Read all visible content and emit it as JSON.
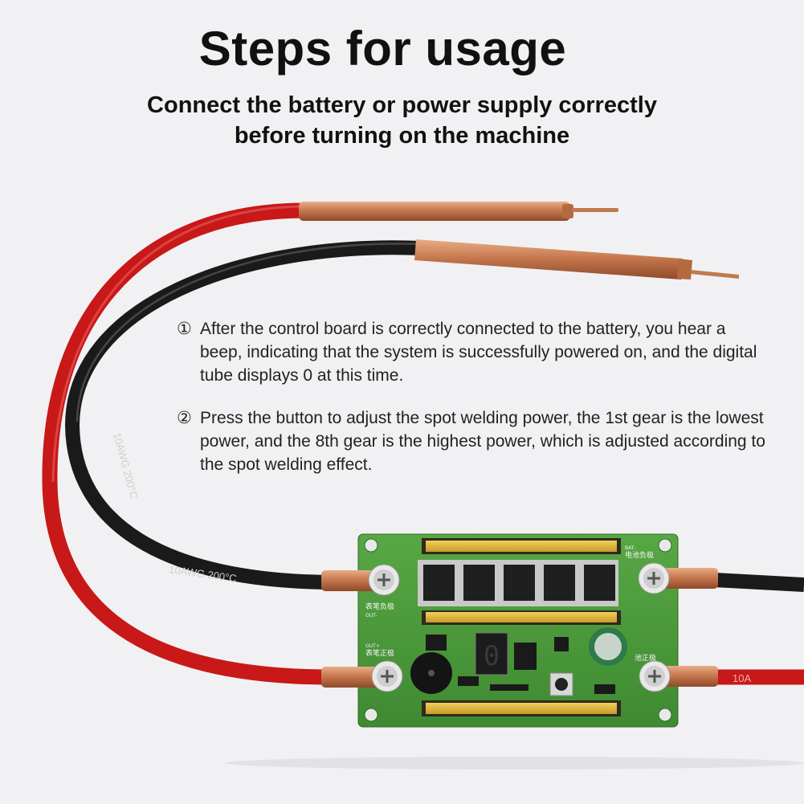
{
  "header": {
    "title": "Steps for usage",
    "subtitle_line1": "Connect the battery or power supply correctly",
    "subtitle_line2": "before turning on the machine"
  },
  "steps": [
    {
      "marker": "①",
      "text": "After the control board is correctly connected to the battery, you hear a beep, indicating that the system is successfully powered on, and the digital tube displays 0 at this time."
    },
    {
      "marker": "②",
      "text": "Press the button to adjust the spot welding power, the 1st gear is the lowest power, and the 8th gear is the highest power, which is adjusted according to the spot welding effect."
    }
  ],
  "board": {
    "display_digit": "0",
    "label_out_neg": "表笔负极",
    "label_out_pos": "表笔正极",
    "label_bat_neg": "电池负极",
    "label_bat_pos": "池正极",
    "label_out_neg_code": "OUT-",
    "label_out_pos_code": "OUT+",
    "label_bat_neg_code": "BAT-"
  },
  "cable": {
    "print_black_1": "10AWG 200°C",
    "print_black_2": "10AWG 200°C",
    "print_red": "10A"
  },
  "colors": {
    "background": "#f1f1f3",
    "pcb": "#4c9a3a",
    "red_cable": "#c81818",
    "black_cable": "#1a1a1a",
    "copper": "#c9825a"
  }
}
